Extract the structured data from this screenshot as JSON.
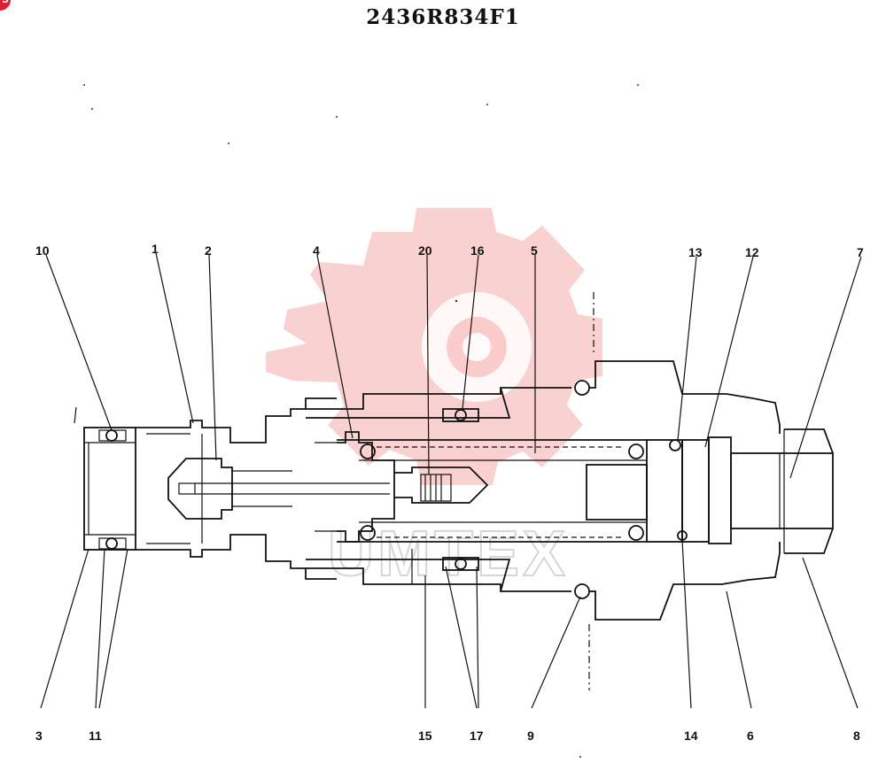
{
  "drawing": {
    "title": "2436R834F1",
    "badge": "S"
  },
  "watermark": {
    "text": "UMTEX",
    "color": "#ee5a5a"
  },
  "callouts": {
    "top": [
      "10",
      "1",
      "2",
      "4",
      "20",
      "16",
      "5",
      "13",
      "12",
      "7"
    ],
    "bottom": [
      "3",
      "11",
      "15",
      "17",
      "9",
      "14",
      "6",
      "8"
    ]
  }
}
